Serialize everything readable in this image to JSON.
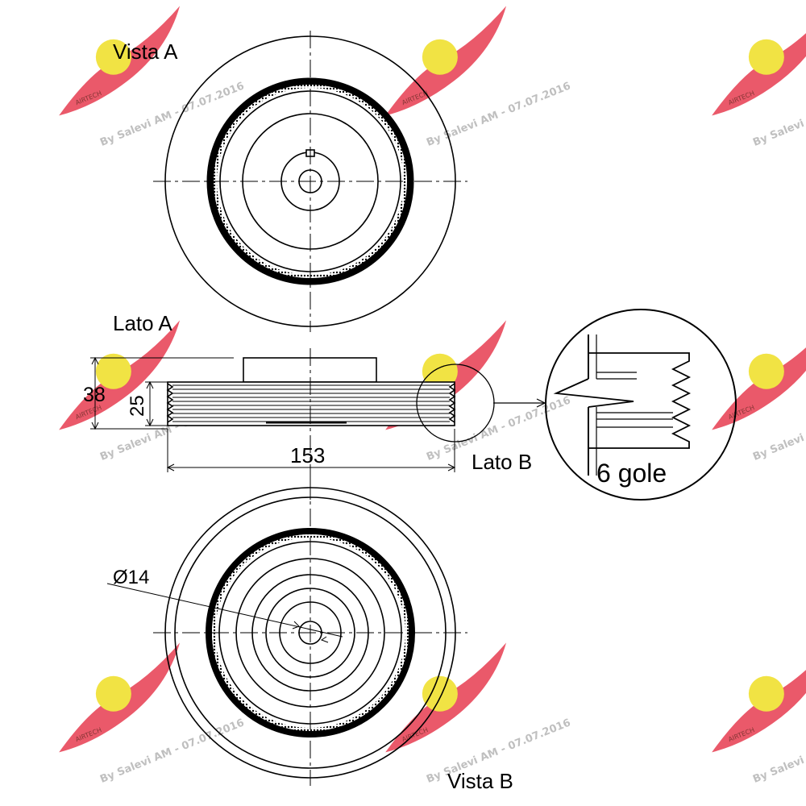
{
  "labels": {
    "vista_a": "Vista A",
    "lato_a": "Lato A",
    "vista_b": "Vista B",
    "lato_b": "Lato B",
    "grooves": "6 gole"
  },
  "dimensions": {
    "overall_height": "38",
    "pulley_width": "25",
    "outer_diameter": "153",
    "bore_diameter": "Ø14"
  },
  "watermark": {
    "text": "By Salevi AM - 07.07.2016",
    "badge_text": "AIRTECH",
    "wing_color": "#e8485a",
    "badge_color": "#f0e030"
  },
  "colors": {
    "line": "#000000",
    "background": "#ffffff"
  }
}
